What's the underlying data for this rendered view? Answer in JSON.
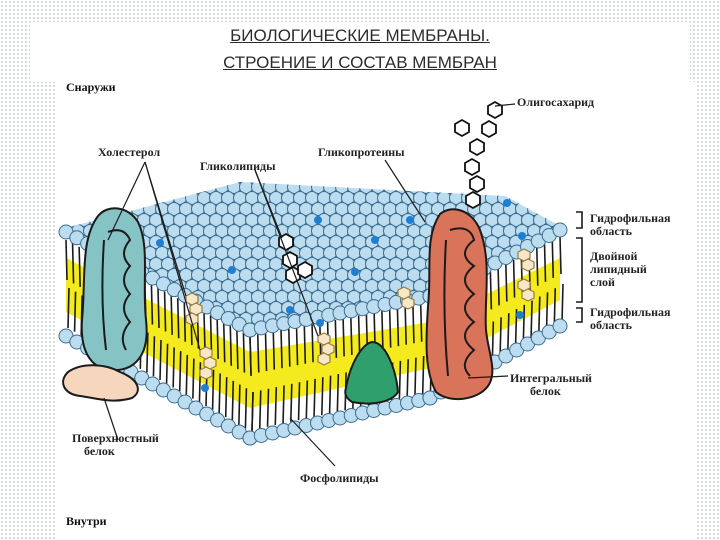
{
  "title": {
    "line1": "БИОЛОГИЧЕСКИЕ МЕМБРАНЫ.",
    "line2": "СТРОЕНИЕ И СОСТАВ МЕМБРАН"
  },
  "corners": {
    "outside": "Снаружи",
    "inside": "Внутри"
  },
  "labels": {
    "oligosaccharide": "Олигосахарид",
    "cholesterol": "Холестерол",
    "glycolipids": "Гликолипиды",
    "glycoproteins": "Гликопротеины",
    "hydrophilic_top_1": "Гидрофильная",
    "hydrophilic_top_2": "область",
    "bilayer_1": "Двойной",
    "bilayer_2": "липидный",
    "bilayer_3": "слой",
    "hydrophilic_bottom_1": "Гидрофильная",
    "hydrophilic_bottom_2": "область",
    "integral_1": "Интегральный",
    "integral_2": "белок",
    "peripheral_1": "Поверхностный",
    "peripheral_2": "белок",
    "phospholipids": "Фосфолипиды"
  },
  "colors": {
    "head": "#bcdcf0",
    "head_stroke": "#3b6d8f",
    "core": "#f5ea1e",
    "tails": "#1b1b1b",
    "left_protein": "#86c3c5",
    "right_protein": "#d9735a",
    "peripheral_protein": "#f6d6bd",
    "green_protein": "#2f9f6e",
    "blue_dot": "#1e7fd0"
  }
}
